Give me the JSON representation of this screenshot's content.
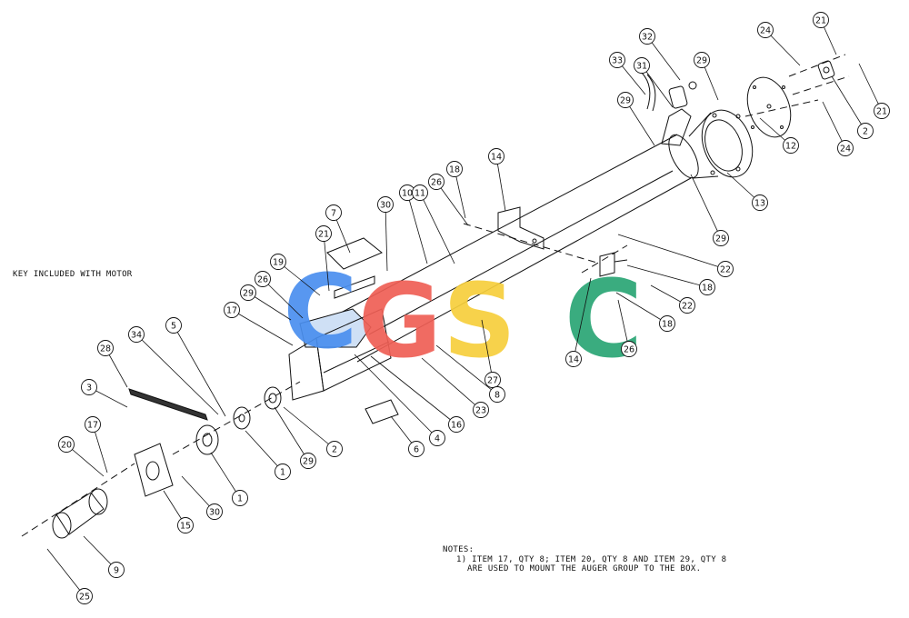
{
  "watermark": {
    "letters": [
      "C",
      "G",
      "S",
      "C"
    ],
    "colors": [
      "#4a8fef",
      "#ef5f55",
      "#f7cf3c",
      "#2aa575"
    ]
  },
  "key_note": "KEY INCLUDED WITH MOTOR",
  "notes": {
    "title": "NOTES:",
    "line1": "1) ITEM 17, QTY 8; ITEM 20, QTY 8 AND ITEM 29, QTY 8",
    "line2": "ARE USED TO MOUNT THE AUGER GROUP TO THE BOX."
  },
  "callouts": [
    "21",
    "24",
    "32",
    "29",
    "33",
    "31",
    "2",
    "21",
    "29",
    "12",
    "24",
    "13",
    "29",
    "14",
    "18",
    "26",
    "10",
    "11",
    "30",
    "7",
    "22",
    "18",
    "22",
    "14",
    "18",
    "26",
    "21",
    "19",
    "26",
    "29",
    "17",
    "34",
    "5",
    "28",
    "3",
    "27",
    "8",
    "23",
    "16",
    "4",
    "6",
    "2",
    "29",
    "1",
    "1",
    "17",
    "20",
    "15",
    "30",
    "9",
    "25"
  ]
}
